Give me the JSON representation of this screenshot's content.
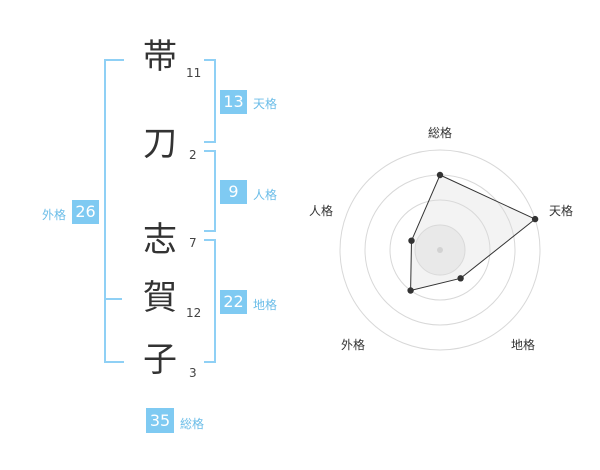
{
  "name": {
    "chars": [
      {
        "char": "帯",
        "strokes": "11"
      },
      {
        "char": "刀",
        "strokes": "2"
      },
      {
        "char": "志",
        "strokes": "7"
      },
      {
        "char": "賀",
        "strokes": "12"
      },
      {
        "char": "子",
        "strokes": "3"
      }
    ]
  },
  "kaku": {
    "tenkaku": {
      "value": "13",
      "label": "天格"
    },
    "jinkaku": {
      "value": "9",
      "label": "人格"
    },
    "chikaku": {
      "value": "22",
      "label": "地格"
    },
    "gaikaku": {
      "value": "26",
      "label": "外格"
    },
    "soukaku": {
      "value": "35",
      "label": "総格"
    }
  },
  "chart_data": {
    "type": "radar",
    "axes": [
      "総格",
      "天格",
      "地格",
      "外格",
      "人格"
    ],
    "values": [
      0.75,
      1.0,
      0.35,
      0.5,
      0.3
    ],
    "rings": 4,
    "grid": true
  },
  "colors": {
    "accent": "#7fcaf2",
    "bracket": "#8fd0f5",
    "label": "#6bbde8",
    "text": "#333333"
  }
}
